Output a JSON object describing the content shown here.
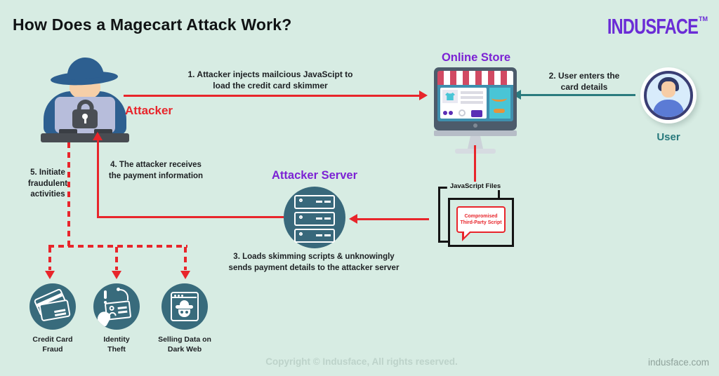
{
  "header": {
    "title": "How Does a Magecart Attack Work?",
    "logo_text": "INDUSFACE",
    "logo_tm": "TM"
  },
  "nodes": {
    "attacker": {
      "label": "Attacker"
    },
    "online_store": {
      "label": "Online Store"
    },
    "user": {
      "label": "User"
    },
    "attacker_server": {
      "label": "Attacker Server"
    },
    "js_files": {
      "label": "JavaScript Files",
      "bubble": [
        "Compromised",
        "Third-Party Script"
      ]
    },
    "outcomes": [
      {
        "label": [
          "Credit Card",
          "Fraud"
        ]
      },
      {
        "label": [
          "Identity",
          "Theft"
        ]
      },
      {
        "label": [
          "Selling Data on",
          "Dark Web"
        ]
      }
    ]
  },
  "steps": {
    "step1": [
      "1. Attacker injects mailcious JavaScipt to",
      "load the credit card skimmer"
    ],
    "step2": [
      "2. User enters the",
      "card details"
    ],
    "step3": [
      "3. Loads skimming scripts & unknowingly",
      "sends payment details to the attacker server"
    ],
    "step4": [
      "4. The attacker receives",
      "the payment information"
    ],
    "step5": [
      "5. Initiate",
      "fraudulent",
      "activities"
    ]
  },
  "footer": {
    "copyright": "Copyright © Indusface, All rights reserved.",
    "website": "indusface.com"
  },
  "colors": {
    "background": "#d7ece3",
    "accent_red": "#e8252b",
    "accent_purple": "#7c22d4",
    "logo_purple": "#6a2cd6",
    "accent_teal": "#2a7b7e",
    "node_teal": "#386b7c",
    "navy": "#2d5f90",
    "text_dark": "#1d2023"
  }
}
